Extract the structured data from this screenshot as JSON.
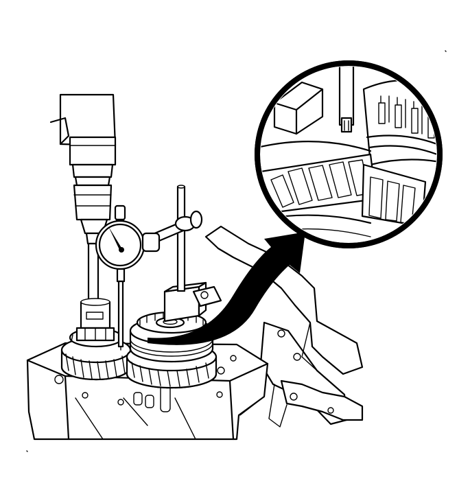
{
  "illustration": {
    "type": "technical-line-drawing",
    "colors": {
      "line": "#000000",
      "background": "#ffffff"
    },
    "parts": [
      "drill-motor",
      "drill-chuck",
      "socket-adapter",
      "dial-indicator",
      "indicator-stand",
      "gear-set",
      "synchronizer-assembly",
      "transmission-case",
      "holding-fixture",
      "detail-magnifier-circle",
      "direction-arrow"
    ]
  }
}
